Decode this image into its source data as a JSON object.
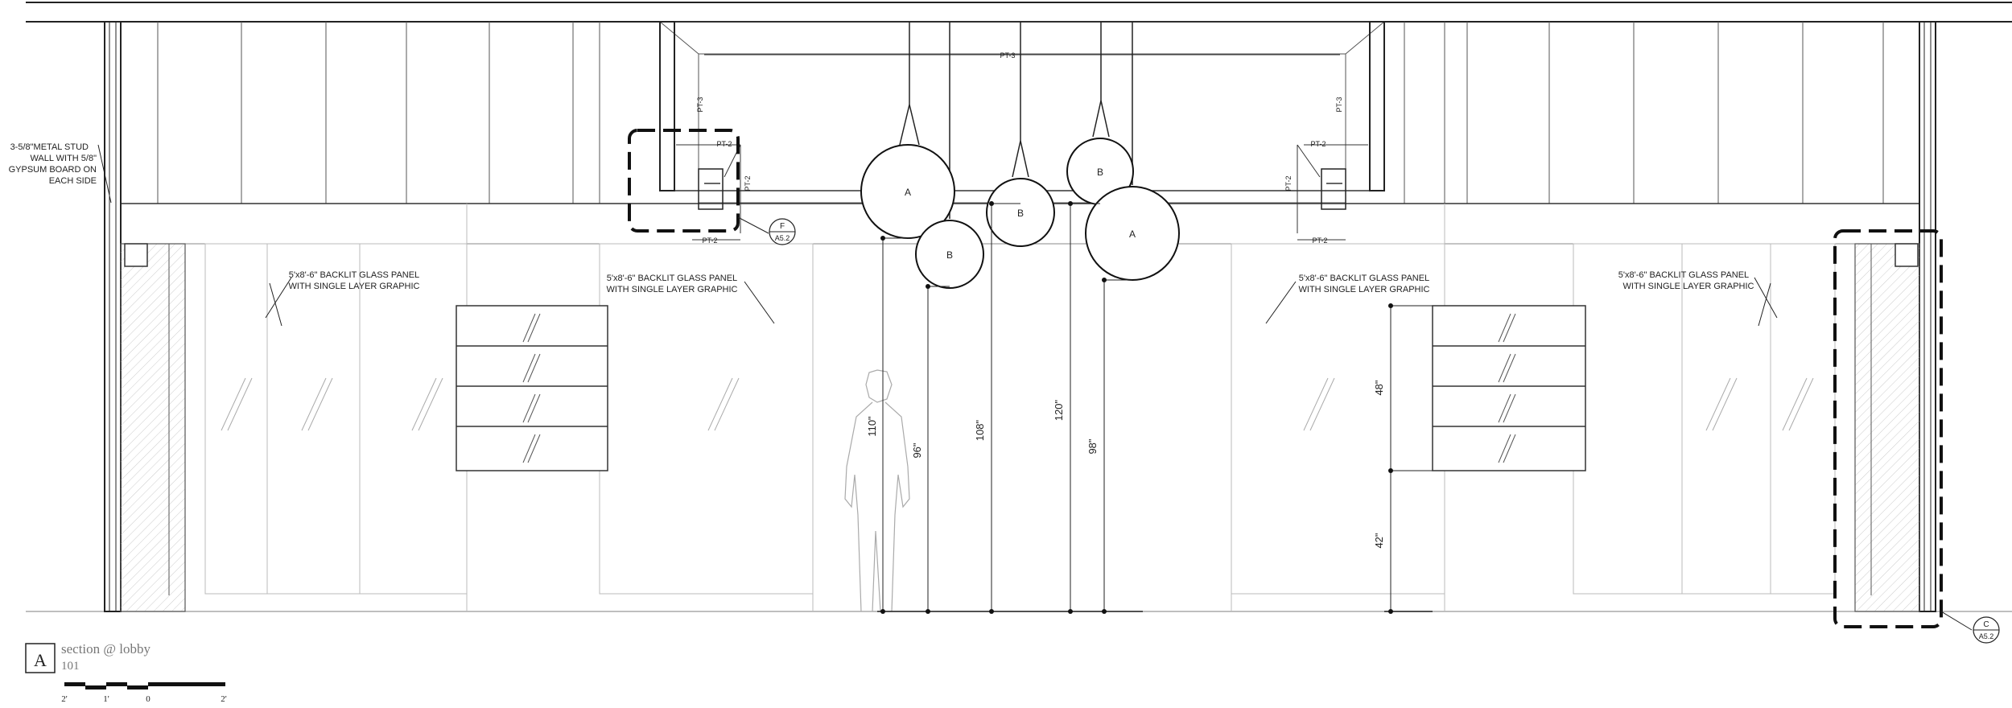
{
  "wall_note": [
    "3-5/8\"METAL STUD",
    "WALL WITH 5/8\"",
    "GYPSUM BOARD ON",
    "EACH SIDE"
  ],
  "finish_tags": {
    "pt3": "PT-3",
    "pt2": "PT-2"
  },
  "glass_panel_note": [
    "5'x8'-6\" BACKLIT GLASS PANEL",
    "WITH SINGLE LAYER GRAPHIC"
  ],
  "pendants": {
    "large": "A",
    "small": "B"
  },
  "dimensions": {
    "figure_height": "110\"",
    "pendant_1": "96\"",
    "pendant_2": "108\"",
    "pendant_3": "120\"",
    "pendant_4": "98\"",
    "shelf_height": "48\"",
    "base_height": "42\""
  },
  "detail_callouts": {
    "left": {
      "letter": "F",
      "sheet": "A5.2"
    },
    "right": {
      "letter": "C",
      "sheet": "A5.2"
    }
  },
  "title_block": {
    "tag": "A",
    "title": "section @ lobby",
    "number": "101"
  },
  "scale_bar": {
    "labels": [
      "2'",
      "1'",
      "0",
      "2'"
    ]
  }
}
